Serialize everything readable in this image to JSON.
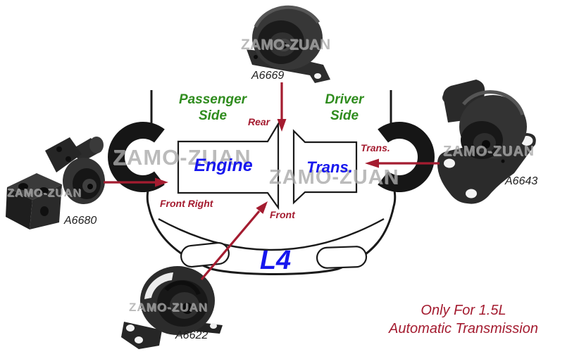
{
  "watermark": {
    "text": "ZAMO-ZUAN"
  },
  "car": {
    "passenger_side": {
      "line1": "Passenger",
      "line2": "Side"
    },
    "driver_side": {
      "line1": "Driver",
      "line2": "Side"
    },
    "engine_label": "Engine",
    "trans_label": "Trans.",
    "engine_type": "L4"
  },
  "mount_points": {
    "rear": "Rear",
    "front": "Front",
    "front_right": "Front Right",
    "trans": "Trans."
  },
  "parts": [
    {
      "id": "A6669",
      "points_to": "Rear"
    },
    {
      "id": "A6680",
      "points_to": "Front Right"
    },
    {
      "id": "A6643",
      "points_to": "Trans."
    },
    {
      "id": "A6622",
      "points_to": "Front"
    }
  ],
  "note": {
    "line1": "Only For 1.5L",
    "line2": "Automatic Transmission"
  },
  "colors": {
    "accent_red": "#a41c30",
    "label_green": "#2f8c1e",
    "label_blue": "#1717ee",
    "outline_black": "#1a1a1a",
    "watermark_gray": "#ababab"
  }
}
